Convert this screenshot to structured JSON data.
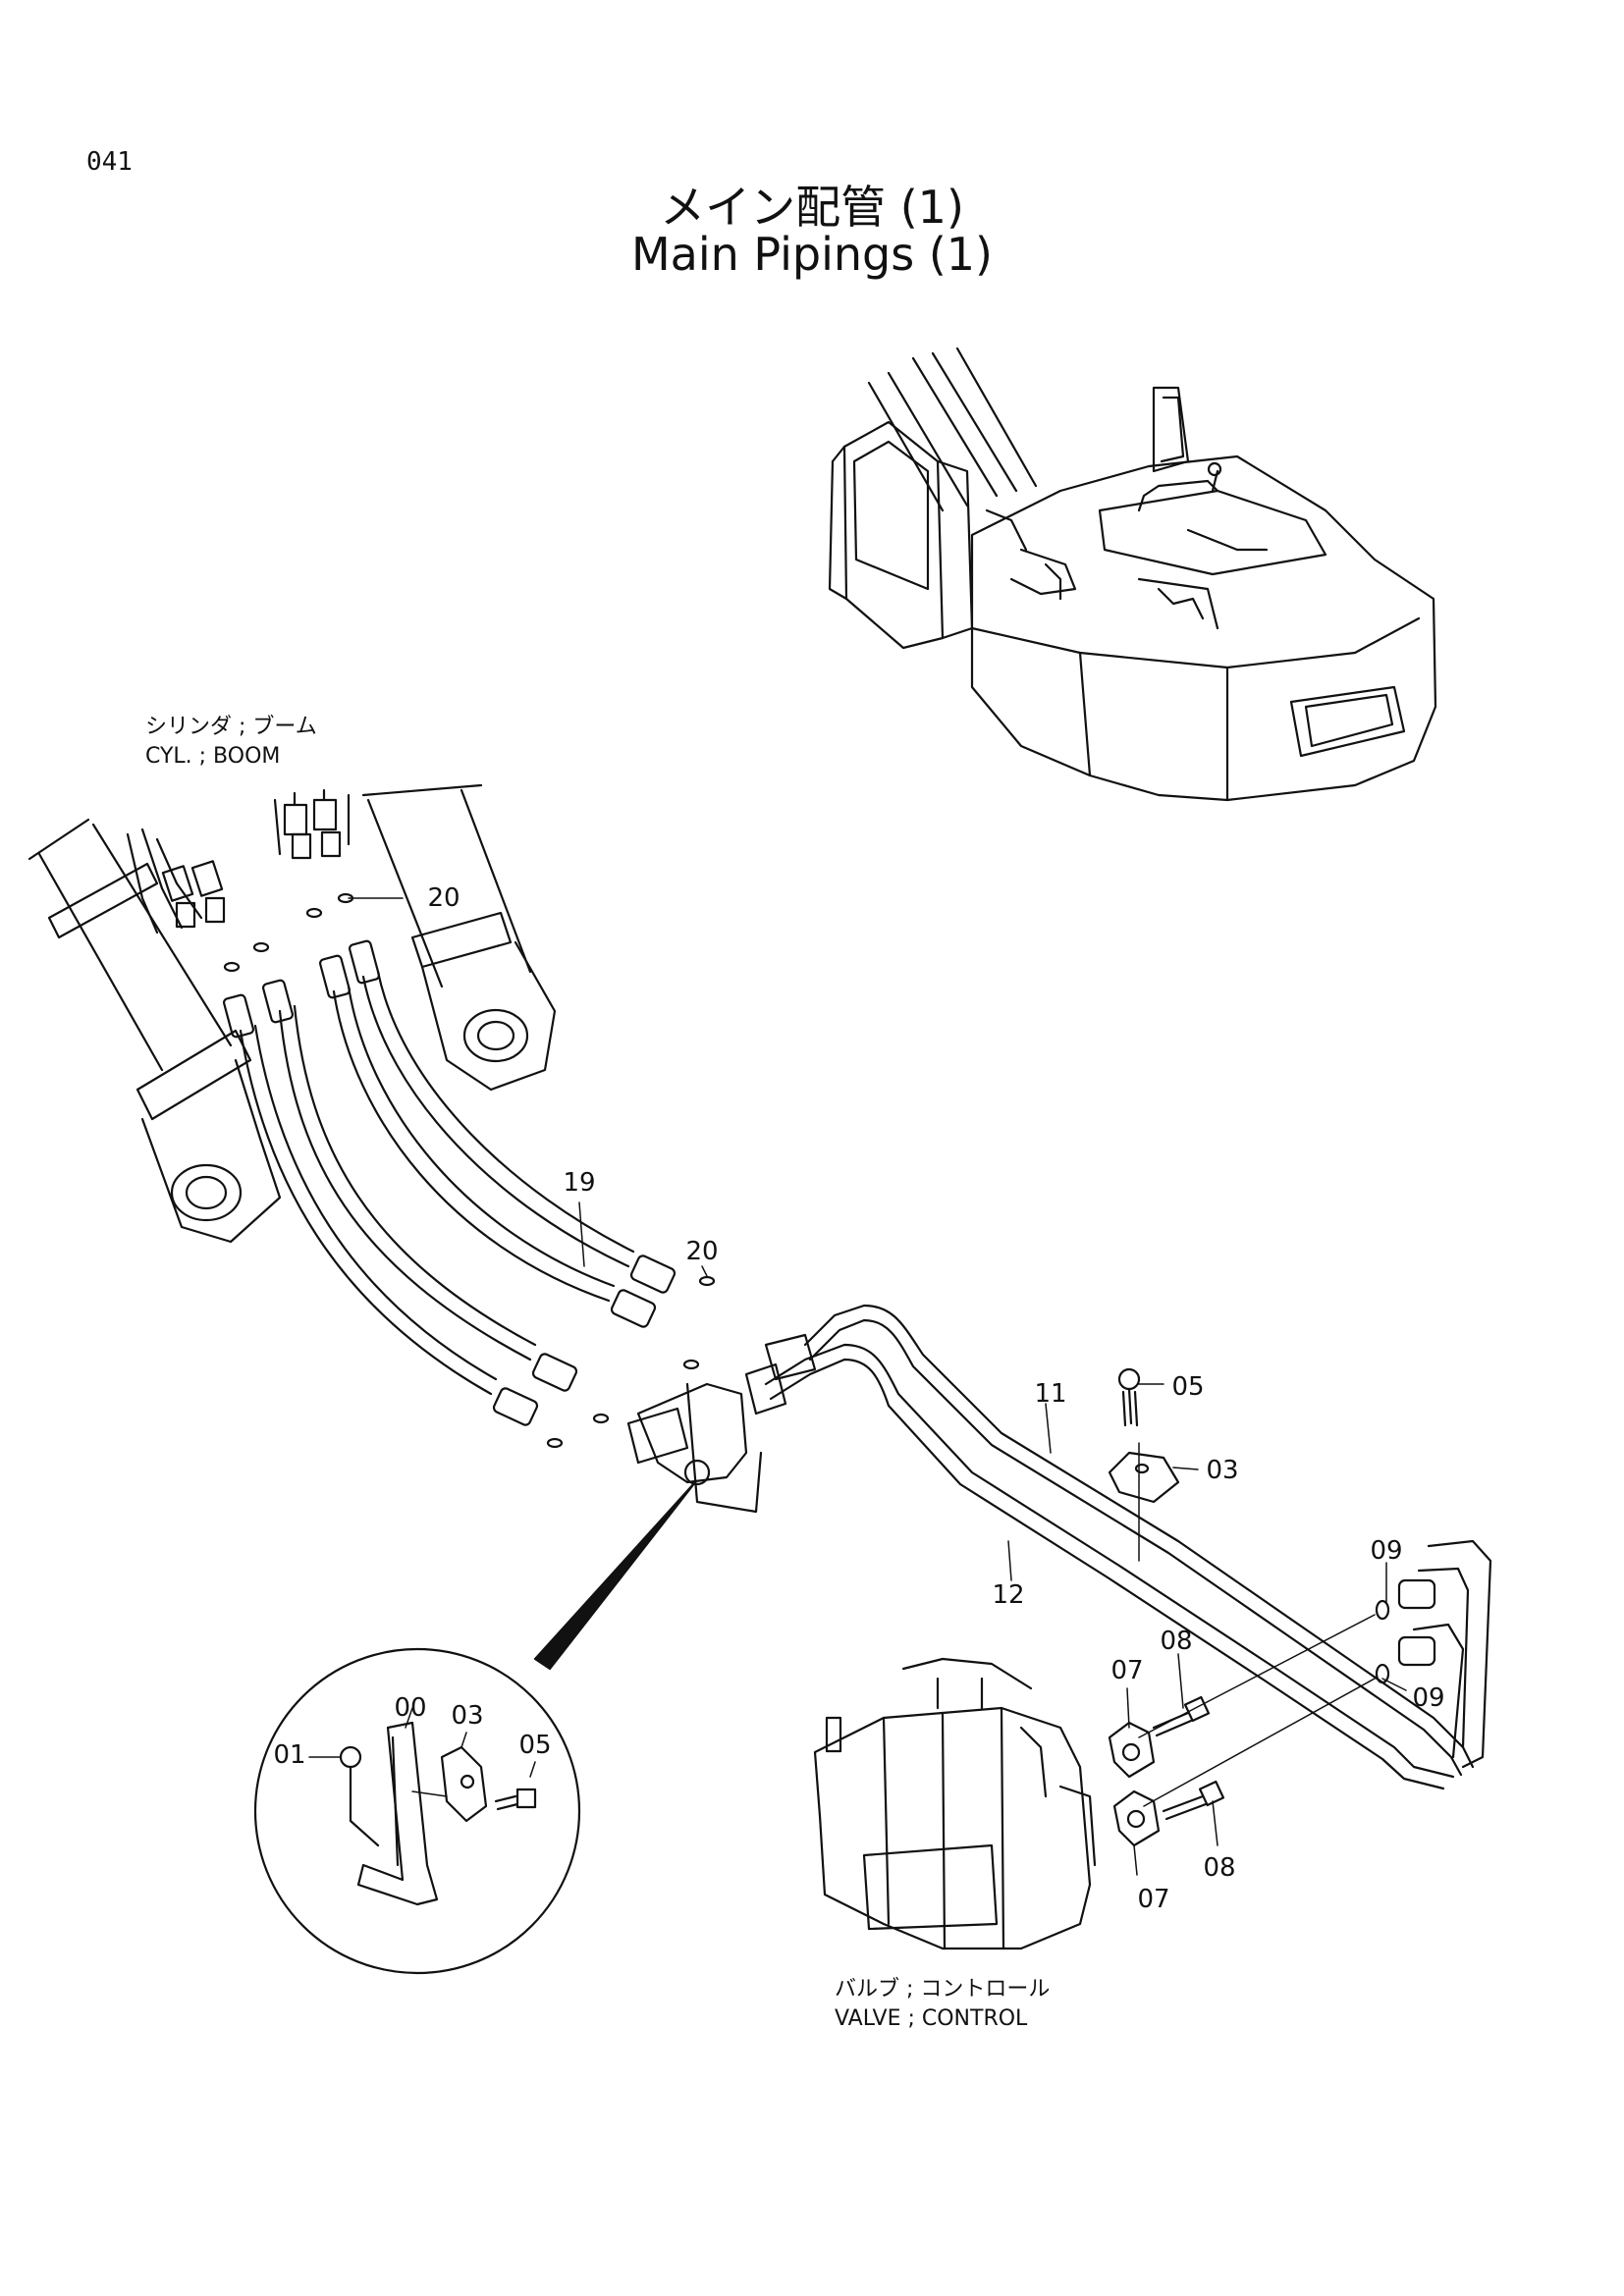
{
  "page_number": "041",
  "title_jp": "メイン配管 (1)",
  "title_en": "Main Pipings (1)",
  "captions": {
    "cylinder_jp": "シリンダ ; ブーム",
    "cylinder_en": "CYL. ; BOOM",
    "valve_jp": "バルブ ; コントロール",
    "valve_en": "VALVE ; CONTROL"
  },
  "part_labels": {
    "p20_top": "20",
    "p19": "19",
    "p20_mid": "20",
    "p11": "11",
    "p05_top": "05",
    "p03_top": "03",
    "p12": "12",
    "p09_top": "09",
    "p09_bottom": "09",
    "p08_top": "08",
    "p07_top": "07",
    "p08_bottom": "08",
    "p07_bottom": "07",
    "p00": "00",
    "p03_detail": "03",
    "p01": "01",
    "p05_detail": "05"
  }
}
